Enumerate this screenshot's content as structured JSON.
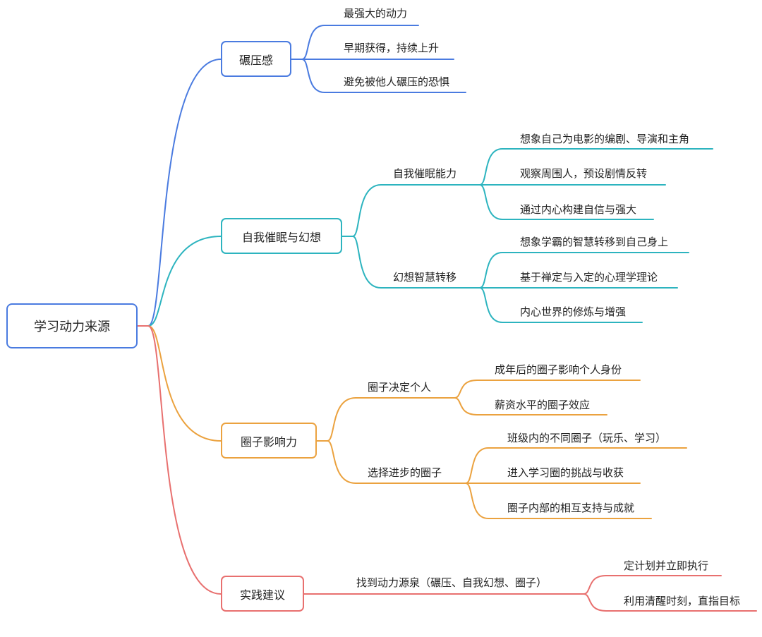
{
  "root": {
    "label": "学习动力来源"
  },
  "branches": [
    {
      "label": "碾压感",
      "color": "#4a7be0",
      "children": [
        {
          "label": "最强大的动力",
          "children": []
        },
        {
          "label": "早期获得，持续上升",
          "children": []
        },
        {
          "label": "避免被他人碾压的恐惧",
          "children": []
        }
      ]
    },
    {
      "label": "自我催眠与幻想",
      "color": "#2db4bf",
      "children": [
        {
          "label": "自我催眠能力",
          "children": [
            "想象自己为电影的编剧、导演和主角",
            "观察周围人，预设剧情反转",
            "通过内心构建自信与强大"
          ]
        },
        {
          "label": "幻想智慧转移",
          "children": [
            "想象学霸的智慧转移到自己身上",
            "基于禅定与入定的心理学理论",
            "内心世界的修炼与增强"
          ]
        }
      ]
    },
    {
      "label": "圈子影响力",
      "color": "#eba23f",
      "children": [
        {
          "label": "圈子决定个人",
          "children": [
            "成年后的圈子影响个人身份",
            "薪资水平的圈子效应"
          ]
        },
        {
          "label": "选择进步的圈子",
          "children": [
            "班级内的不同圈子（玩乐、学习）",
            "进入学习圈的挑战与收获",
            "圈子内部的相互支持与成就"
          ]
        }
      ]
    },
    {
      "label": "实践建议",
      "color": "#e8706f",
      "children": [
        {
          "label": "找到动力源泉（碾压、自我幻想、圈子）",
          "children": [
            "定计划并立即执行",
            "利用清醒时刻，直指目标"
          ]
        }
      ]
    }
  ]
}
